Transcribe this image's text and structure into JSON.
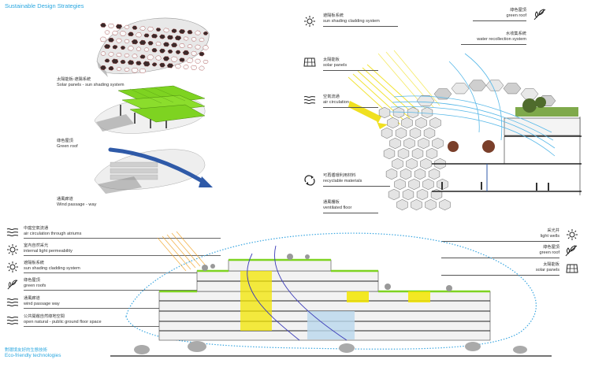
{
  "page": {
    "title": "Sustainable Design Strategies",
    "footer_zh": "對環境友好的生態技術",
    "footer_en": "Eco-friendly technologies"
  },
  "strategies_left": [
    {
      "zh": "太陽能板-遮陽系統",
      "en": "Solar panels - sun shading system"
    },
    {
      "zh": "綠色屋頂",
      "en": "Green roof"
    },
    {
      "zh": "通風廊道",
      "en": "Wind passage - way"
    }
  ],
  "section_labels_left": [
    {
      "zh": "遮陽板系統",
      "en": "sun shading cladding system",
      "icon": "sun-icon"
    },
    {
      "zh": "太陽能板",
      "en": "solar panels",
      "icon": "solar-panel-icon"
    },
    {
      "zh": "空氣流通",
      "en": "air circulation",
      "icon": "wind-icon"
    },
    {
      "zh": "可再循環利用材料",
      "en": "recyclable materials",
      "icon": "recycle-icon"
    },
    {
      "zh": "通風樓板",
      "en": "ventilated floor",
      "icon": ""
    }
  ],
  "section_labels_right": [
    {
      "zh": "綠色屋頂",
      "en": "green roof",
      "icon": "leaf-icon"
    },
    {
      "zh": "水收集系統",
      "en": "water recollection system",
      "icon": ""
    }
  ],
  "legend_left": [
    {
      "zh": "中庭空氣流通",
      "en": "air circulation through atriums",
      "icon": "wind-icon"
    },
    {
      "zh": "室內自然采光",
      "en": "internal light permeability",
      "icon": "sun-icon"
    },
    {
      "zh": "遮陽板系統",
      "en": "sun shading cladding system",
      "icon": "sun-icon"
    },
    {
      "zh": "綠色屋頂",
      "en": "green roofs",
      "icon": "leaf-icon"
    },
    {
      "zh": "通風廊道",
      "en": "wind passage way",
      "icon": "wind-icon"
    },
    {
      "zh": "公共開敞自然綠地空間",
      "en": "open natural - public ground floor space",
      "icon": "wind-icon"
    }
  ],
  "legend_right": [
    {
      "zh": "采光井",
      "en": "light wells",
      "icon": "sun-icon"
    },
    {
      "zh": "綠色屋頂",
      "en": "green roof",
      "icon": "leaf-icon"
    },
    {
      "zh": "太陽能板",
      "en": "solar panels",
      "icon": "solar-panel-icon"
    }
  ],
  "colors": {
    "accent_blue": "#2aa7e0",
    "roof_green": "#7ed321",
    "light_yellow": "#f3e600",
    "arrow_blue": "#2f5aa8",
    "sun_yellow": "#f0e020"
  }
}
